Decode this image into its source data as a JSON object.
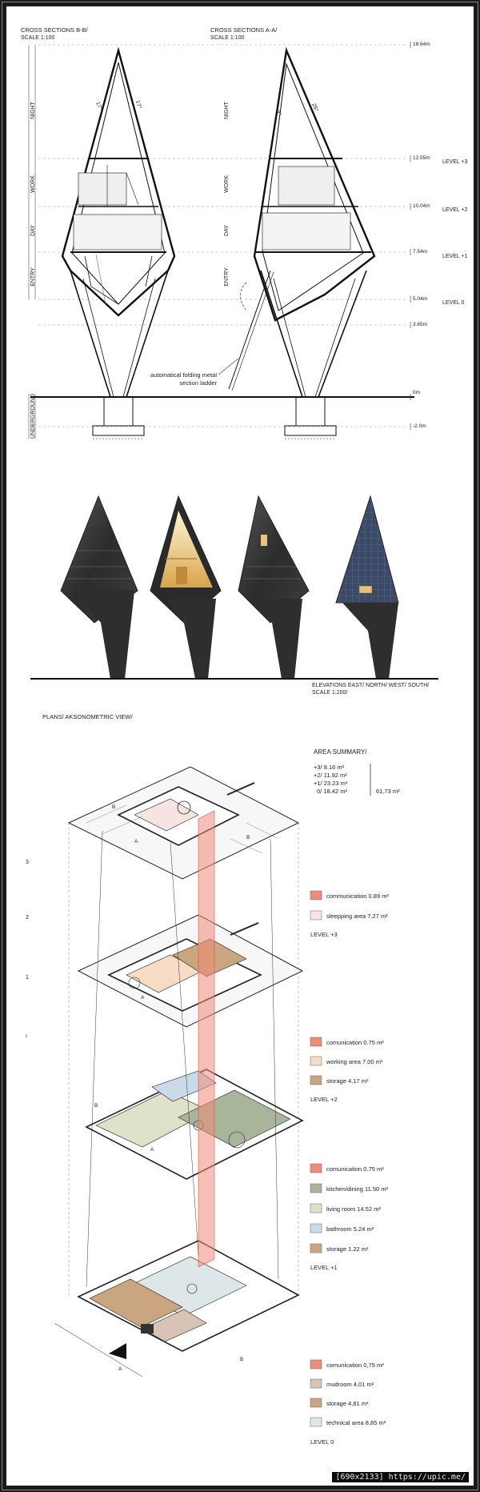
{
  "sections": {
    "bb_title": "CROSS SECTIONS B-B/",
    "bb_scale": "SCALE 1:100",
    "aa_title": "CROSS SECTIONS A-A/",
    "aa_scale": "SCALE 1:100",
    "zones": [
      "NIGHT",
      "WORK",
      "DAY",
      "ENTRY",
      "UNDERGROUND"
    ],
    "heights": [
      "18.64m",
      "12.55m",
      "10.04m",
      "7.54m",
      "5.04m",
      "3.65m",
      "0m",
      "-2.0m"
    ],
    "levels": [
      "LEVEL +3",
      "LEVEL +2",
      "LEVEL +1",
      "LEVEL 0"
    ],
    "angles": [
      "17°",
      "17°",
      "9°",
      "26°"
    ],
    "ladder_line1": "automatical folding metal",
    "ladder_line2": "section ladder"
  },
  "elevations": {
    "line1": "ELEVATIONS EAST/ NORTH/ WEST/ SOUTH/",
    "line2": "SCALE 1:200/"
  },
  "plans": {
    "title": "PLANS/ AKSONOMETRIC VIEW/",
    "left_numbers": [
      "3",
      "2",
      "1",
      "ı"
    ],
    "axis_labels": [
      "B",
      "A",
      "B",
      "A",
      "B",
      "A",
      "B",
      "A"
    ],
    "area_summary": {
      "title": "AREA SUMMARY/",
      "rows": [
        "+3/ 8.16 m²",
        "+2/ 11.92 m²",
        "+1/ 23.23 m²",
        "0/ 18.42 m²"
      ],
      "total": "61,73 m²"
    },
    "legend_groups": [
      {
        "level": "LEVEL +3",
        "items": [
          {
            "label": "communication 0.89 m²",
            "color": "#f08b7a"
          },
          {
            "label": "sleepping area 7.27 m²",
            "color": "#f6e4e2"
          }
        ]
      },
      {
        "level": "LEVEL +2",
        "items": [
          {
            "label": "comunication 0.75 m²",
            "color": "#f08b7a"
          },
          {
            "label": "working area 7.00 m²",
            "color": "#f6dcc4"
          },
          {
            "label": "storage 4.17 m²",
            "color": "#c9a67f"
          }
        ]
      },
      {
        "level": "LEVEL +1",
        "items": [
          {
            "label": "comunication 0.75 m²",
            "color": "#f08b7a"
          },
          {
            "label": "kitchen/dining 11.50 m²",
            "color": "#a9b59a"
          },
          {
            "label": "living room 14.52 m²",
            "color": "#dfe2c8"
          },
          {
            "label": "bathroom 5.24 m²",
            "color": "#c9dbe8"
          },
          {
            "label": "storage 1.22 m²",
            "color": "#c9a67f"
          }
        ]
      },
      {
        "level": "LEVEL 0",
        "items": [
          {
            "label": "comunication 0,75 m²",
            "color": "#f08b7a"
          },
          {
            "label": "mudroom 4,01 m²",
            "color": "#d8c4b4"
          },
          {
            "label": "storage 4,81 m²",
            "color": "#c9a67f"
          },
          {
            "label": "technical area 8,85 m²",
            "color": "#dde6e8"
          }
        ]
      }
    ]
  },
  "badge": "[690x2133] https://upic.me/"
}
